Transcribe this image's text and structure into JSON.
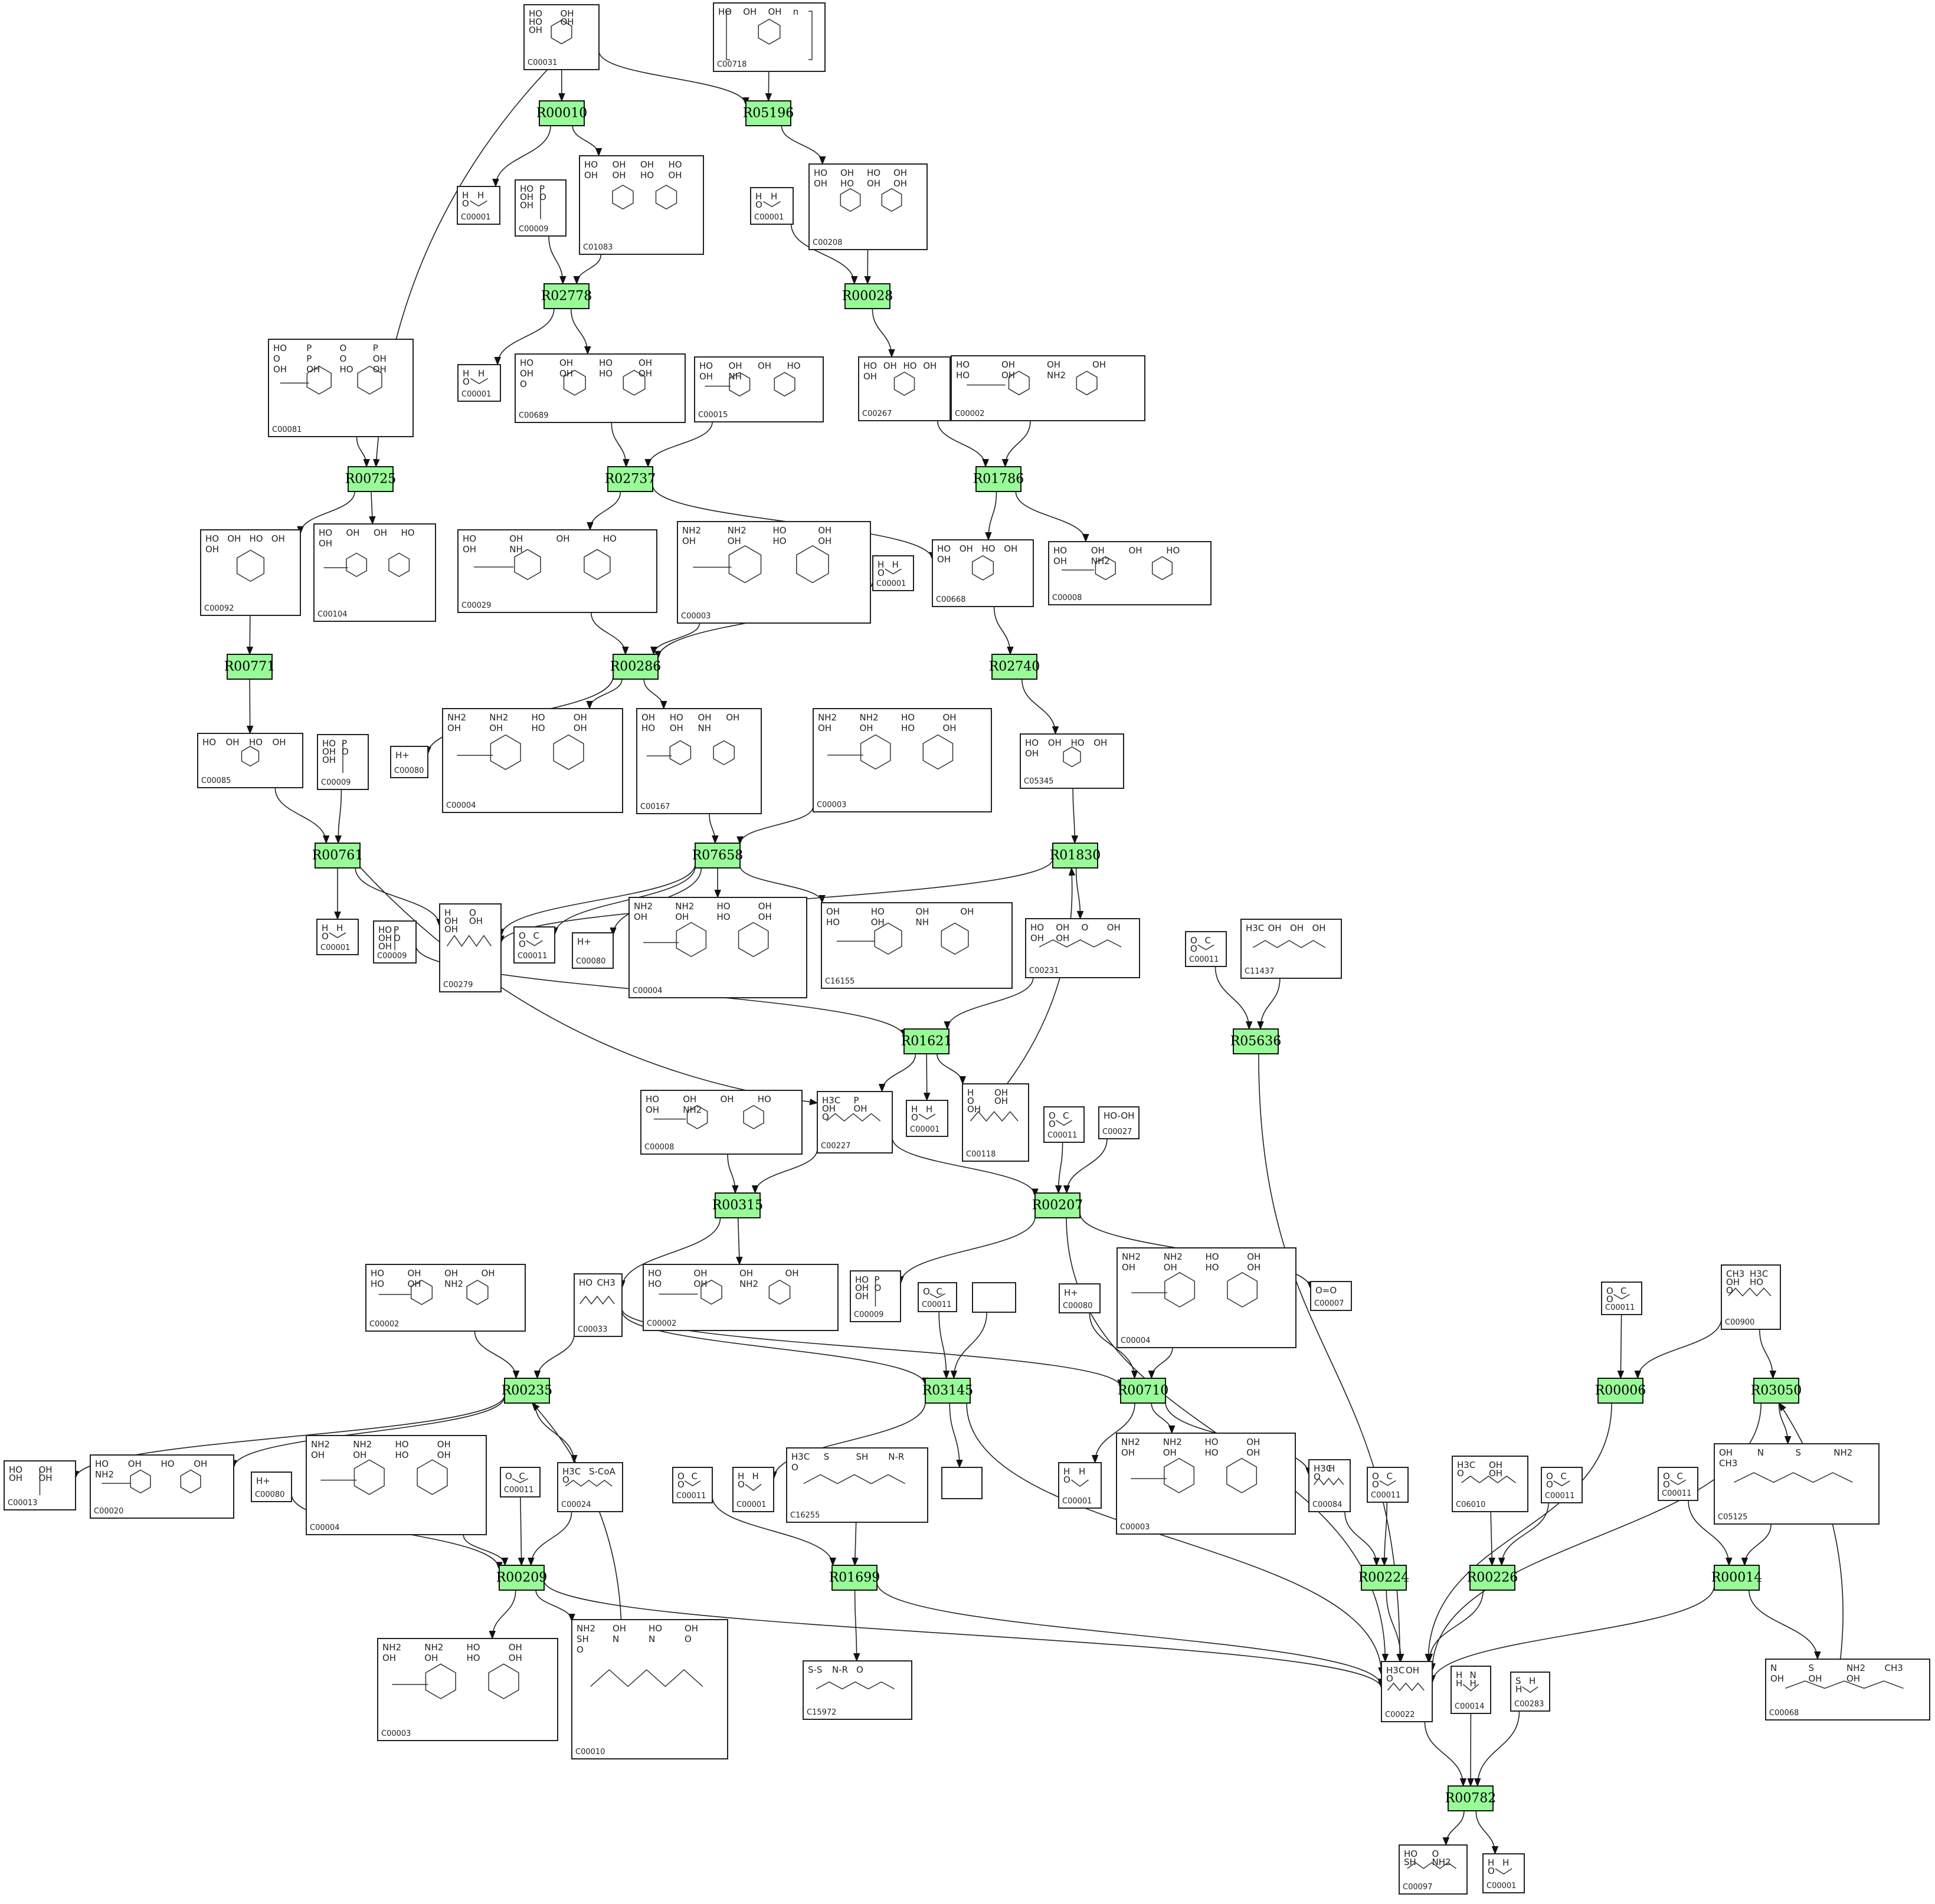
{
  "colors": {
    "reaction_fill": "#98fb98",
    "border": "#222222"
  },
  "reactions": [
    "R00010",
    "R05196",
    "R02778",
    "R00028",
    "R00725",
    "R02737",
    "R01786",
    "R00771",
    "R00286",
    "R02740",
    "R00761",
    "R07658",
    "R01830",
    "R01621",
    "R05636",
    "R00315",
    "R00207",
    "R00235",
    "R03145",
    "R00710",
    "R00006",
    "R03050",
    "R00209",
    "R01699",
    "R00224",
    "R00226",
    "R00014",
    "R00782"
  ],
  "compounds": [
    {
      "id": "C00031",
      "kind": "sugar",
      "labels": [
        "HO",
        "OH",
        "HO",
        "OH",
        "OH"
      ]
    },
    {
      "id": "C00718",
      "kind": "polymer",
      "labels": [
        "HO",
        "OH",
        "OH",
        "n"
      ]
    },
    {
      "id": "C00001",
      "kind": "water",
      "labels": [
        "H",
        "H",
        "O"
      ]
    },
    {
      "id": "C00009",
      "kind": "phosphate",
      "labels": [
        "HO",
        "P",
        "OH",
        "O",
        "OH"
      ]
    },
    {
      "id": "C01083",
      "kind": "disaccharide",
      "labels": [
        "HO",
        "OH",
        "OH",
        "HO",
        "OH",
        "OH",
        "HO",
        "OH"
      ]
    },
    {
      "id": "C00208",
      "kind": "disaccharide",
      "labels": [
        "HO",
        "OH",
        "HO",
        "OH",
        "OH",
        "HO",
        "OH",
        "OH"
      ]
    },
    {
      "id": "C00001",
      "kind": "water",
      "labels": [
        "H",
        "H",
        "O"
      ]
    },
    {
      "id": "C00081",
      "kind": "nucleotide",
      "labels": [
        "HO",
        "P",
        "O",
        "P",
        "O",
        "P",
        "O",
        "OH",
        "OH",
        "OH",
        "HO",
        "OH"
      ]
    },
    {
      "id": "C00001",
      "kind": "water",
      "labels": [
        "H",
        "H",
        "O"
      ]
    },
    {
      "id": "C00689",
      "kind": "disaccharide",
      "labels": [
        "HO",
        "OH",
        "HO",
        "OH",
        "OH",
        "OH",
        "HO",
        "OH",
        "O"
      ]
    },
    {
      "id": "C00015",
      "kind": "nucleotide",
      "labels": [
        "HO",
        "OH",
        "OH",
        "HO",
        "OH",
        "NH"
      ]
    },
    {
      "id": "C00267",
      "kind": "sugar",
      "labels": [
        "HO",
        "OH",
        "HO",
        "OH",
        "OH"
      ]
    },
    {
      "id": "C00002",
      "kind": "nucleotide",
      "labels": [
        "HO",
        "OH",
        "OH",
        "OH",
        "HO",
        "OH",
        "NH2"
      ]
    },
    {
      "id": "C00092",
      "kind": "sugar",
      "labels": [
        "HO",
        "OH",
        "HO",
        "OH",
        "OH"
      ]
    },
    {
      "id": "C00104",
      "kind": "nucleotide",
      "labels": [
        "HO",
        "OH",
        "OH",
        "HO",
        "OH"
      ]
    },
    {
      "id": "C00029",
      "kind": "nucleotide",
      "labels": [
        "HO",
        "OH",
        "OH",
        "HO",
        "OH",
        "NH"
      ]
    },
    {
      "id": "C00003",
      "kind": "nucleotide",
      "labels": [
        "NH2",
        "NH2",
        "HO",
        "OH",
        "OH",
        "OH",
        "HO",
        "OH"
      ]
    },
    {
      "id": "C00001",
      "kind": "water",
      "labels": [
        "H",
        "H",
        "O"
      ]
    },
    {
      "id": "C00668",
      "kind": "sugar",
      "labels": [
        "HO",
        "OH",
        "HO",
        "OH",
        "OH"
      ]
    },
    {
      "id": "C00008",
      "kind": "nucleotide",
      "labels": [
        "HO",
        "OH",
        "OH",
        "HO",
        "OH",
        "NH2"
      ]
    },
    {
      "id": "C00085",
      "kind": "sugar",
      "labels": [
        "HO",
        "OH",
        "HO",
        "OH"
      ]
    },
    {
      "id": "C00009",
      "kind": "phosphate",
      "labels": [
        "HO",
        "P",
        "OH",
        "O",
        "OH"
      ]
    },
    {
      "id": "C00080",
      "kind": "proton",
      "labels": [
        "H+"
      ]
    },
    {
      "id": "C00004",
      "kind": "nucleotide",
      "labels": [
        "NH2",
        "NH2",
        "HO",
        "OH",
        "OH",
        "OH",
        "HO",
        "OH"
      ]
    },
    {
      "id": "C00167",
      "kind": "nucleotide",
      "labels": [
        "OH",
        "HO",
        "OH",
        "OH",
        "HO",
        "OH",
        "NH"
      ]
    },
    {
      "id": "C00003",
      "kind": "nucleotide",
      "labels": [
        "NH2",
        "NH2",
        "HO",
        "OH",
        "OH",
        "OH",
        "HO",
        "OH"
      ]
    },
    {
      "id": "C05345",
      "kind": "sugar",
      "labels": [
        "HO",
        "OH",
        "HO",
        "OH",
        "OH"
      ]
    },
    {
      "id": "C00001",
      "kind": "water",
      "labels": [
        "H",
        "H",
        "O"
      ]
    },
    {
      "id": "C00009",
      "kind": "phosphate",
      "labels": [
        "HO",
        "P",
        "OH",
        "O",
        "OH"
      ]
    },
    {
      "id": "C00279",
      "kind": "chain",
      "labels": [
        "H",
        "O",
        "OH",
        "OH",
        "OH"
      ]
    },
    {
      "id": "C00011",
      "kind": "co2",
      "labels": [
        "O",
        "C",
        "O"
      ]
    },
    {
      "id": "C00080",
      "kind": "proton",
      "labels": [
        "H+"
      ]
    },
    {
      "id": "C00004",
      "kind": "nucleotide",
      "labels": [
        "NH2",
        "NH2",
        "HO",
        "OH",
        "OH",
        "OH",
        "HO",
        "OH"
      ]
    },
    {
      "id": "C16155",
      "kind": "nucleotide",
      "labels": [
        "OH",
        "HO",
        "OH",
        "OH",
        "HO",
        "OH",
        "NH"
      ]
    },
    {
      "id": "C00231",
      "kind": "chain",
      "labels": [
        "HO",
        "OH",
        "O",
        "OH",
        "OH",
        "OH"
      ]
    },
    {
      "id": "C00011",
      "kind": "co2",
      "labels": [
        "O",
        "C",
        "O"
      ]
    },
    {
      "id": "C11437",
      "kind": "chain",
      "labels": [
        "H3C",
        "OH",
        "OH",
        "OH"
      ]
    },
    {
      "id": "C00008",
      "kind": "nucleotide",
      "labels": [
        "HO",
        "OH",
        "OH",
        "HO",
        "OH",
        "NH2"
      ]
    },
    {
      "id": "C00227",
      "kind": "chain",
      "labels": [
        "H3C",
        "P",
        "OH",
        "OH",
        "O"
      ]
    },
    {
      "id": "C00001",
      "kind": "water",
      "labels": [
        "H",
        "H",
        "O"
      ]
    },
    {
      "id": "C00118",
      "kind": "chain",
      "labels": [
        "H",
        "OH",
        "O",
        "OH",
        "OH"
      ]
    },
    {
      "id": "C00011",
      "kind": "co2",
      "labels": [
        "O",
        "C",
        "O"
      ]
    },
    {
      "id": "C00027",
      "kind": "peroxide",
      "labels": [
        "HO-OH"
      ]
    },
    {
      "id": "C00002",
      "kind": "nucleotide",
      "labels": [
        "HO",
        "OH",
        "OH",
        "OH",
        "HO",
        "OH",
        "NH2"
      ]
    },
    {
      "id": "C00033",
      "kind": "chain",
      "labels": [
        "HO",
        "CH3"
      ]
    },
    {
      "id": "C00002",
      "kind": "nucleotide",
      "labels": [
        "HO",
        "OH",
        "OH",
        "OH",
        "HO",
        "OH",
        "NH2"
      ]
    },
    {
      "id": "C00009",
      "kind": "phosphate",
      "labels": [
        "HO",
        "P",
        "OH",
        "O",
        "OH"
      ]
    },
    {
      "id": "C00011",
      "kind": "co2",
      "labels": [
        "O",
        "C",
        "O"
      ]
    },
    {
      "id": "",
      "kind": "blank",
      "labels": []
    },
    {
      "id": "C00080",
      "kind": "proton",
      "labels": [
        "H+"
      ]
    },
    {
      "id": "C00004",
      "kind": "nucleotide",
      "labels": [
        "NH2",
        "NH2",
        "HO",
        "OH",
        "OH",
        "OH",
        "HO",
        "OH"
      ]
    },
    {
      "id": "C00007",
      "kind": "oxygen",
      "labels": [
        "O=O"
      ]
    },
    {
      "id": "C00011",
      "kind": "co2",
      "labels": [
        "O",
        "C",
        "O"
      ]
    },
    {
      "id": "C00900",
      "kind": "chain",
      "labels": [
        "CH3",
        "H3C",
        "OH",
        "HO",
        "O"
      ]
    },
    {
      "id": "C00013",
      "kind": "phosphate",
      "labels": [
        "HO",
        "OH",
        "OH",
        "OH"
      ]
    },
    {
      "id": "C00020",
      "kind": "nucleotide",
      "labels": [
        "HO",
        "OH",
        "HO",
        "OH",
        "NH2"
      ]
    },
    {
      "id": "C00080",
      "kind": "proton",
      "labels": [
        "H+"
      ]
    },
    {
      "id": "C00004",
      "kind": "nucleotide",
      "labels": [
        "NH2",
        "NH2",
        "HO",
        "OH",
        "OH",
        "OH",
        "HO",
        "OH"
      ]
    },
    {
      "id": "C00011",
      "kind": "co2",
      "labels": [
        "O",
        "C",
        "O"
      ]
    },
    {
      "id": "C00024",
      "kind": "chain",
      "labels": [
        "H3C",
        "S-CoA",
        "O"
      ]
    },
    {
      "id": "C00011",
      "kind": "co2",
      "labels": [
        "O",
        "C",
        "O"
      ]
    },
    {
      "id": "C00001",
      "kind": "water",
      "labels": [
        "H",
        "H",
        "O"
      ]
    },
    {
      "id": "C16255",
      "kind": "chain",
      "labels": [
        "H3C",
        "S",
        "SH",
        "N-R",
        "O"
      ]
    },
    {
      "id": "",
      "kind": "blank",
      "labels": []
    },
    {
      "id": "C00001",
      "kind": "water",
      "labels": [
        "H",
        "H",
        "O"
      ]
    },
    {
      "id": "C00003",
      "kind": "nucleotide",
      "labels": [
        "NH2",
        "NH2",
        "HO",
        "OH",
        "OH",
        "OH",
        "HO",
        "OH"
      ]
    },
    {
      "id": "C00084",
      "kind": "chain",
      "labels": [
        "H3C",
        "H",
        "O"
      ]
    },
    {
      "id": "C00011",
      "kind": "co2",
      "labels": [
        "O",
        "C",
        "O"
      ]
    },
    {
      "id": "C06010",
      "kind": "chain",
      "labels": [
        "H3C",
        "OH",
        "O",
        "OH"
      ]
    },
    {
      "id": "C00011",
      "kind": "co2",
      "labels": [
        "O",
        "C",
        "O"
      ]
    },
    {
      "id": "C00011",
      "kind": "co2",
      "labels": [
        "O",
        "C",
        "O"
      ]
    },
    {
      "id": "C05125",
      "kind": "chain",
      "labels": [
        "OH",
        "N",
        "S",
        "NH2",
        "CH3"
      ]
    },
    {
      "id": "C00003",
      "kind": "nucleotide",
      "labels": [
        "NH2",
        "NH2",
        "HO",
        "OH",
        "OH",
        "OH",
        "HO",
        "OH"
      ]
    },
    {
      "id": "C00010",
      "kind": "chain",
      "labels": [
        "NH2",
        "OH",
        "HO",
        "OH",
        "SH",
        "N",
        "N",
        "O",
        "O"
      ]
    },
    {
      "id": "C15972",
      "kind": "chain",
      "labels": [
        "S-S",
        "N-R",
        "O"
      ]
    },
    {
      "id": "C00022",
      "kind": "chain",
      "labels": [
        "H3C",
        "OH",
        "O"
      ]
    },
    {
      "id": "C00014",
      "kind": "ammonia",
      "labels": [
        "H",
        "N",
        "H",
        "H"
      ]
    },
    {
      "id": "C00283",
      "kind": "h2s",
      "labels": [
        "S",
        "H",
        "H"
      ]
    },
    {
      "id": "C00068",
      "kind": "chain",
      "labels": [
        "N",
        "S",
        "NH2",
        "CH3",
        "OH",
        "OH",
        "OH"
      ]
    },
    {
      "id": "C00097",
      "kind": "chain",
      "labels": [
        "HO",
        "O",
        "SH",
        "NH2"
      ]
    },
    {
      "id": "C00001",
      "kind": "water",
      "labels": [
        "H",
        "H",
        "O"
      ]
    }
  ]
}
